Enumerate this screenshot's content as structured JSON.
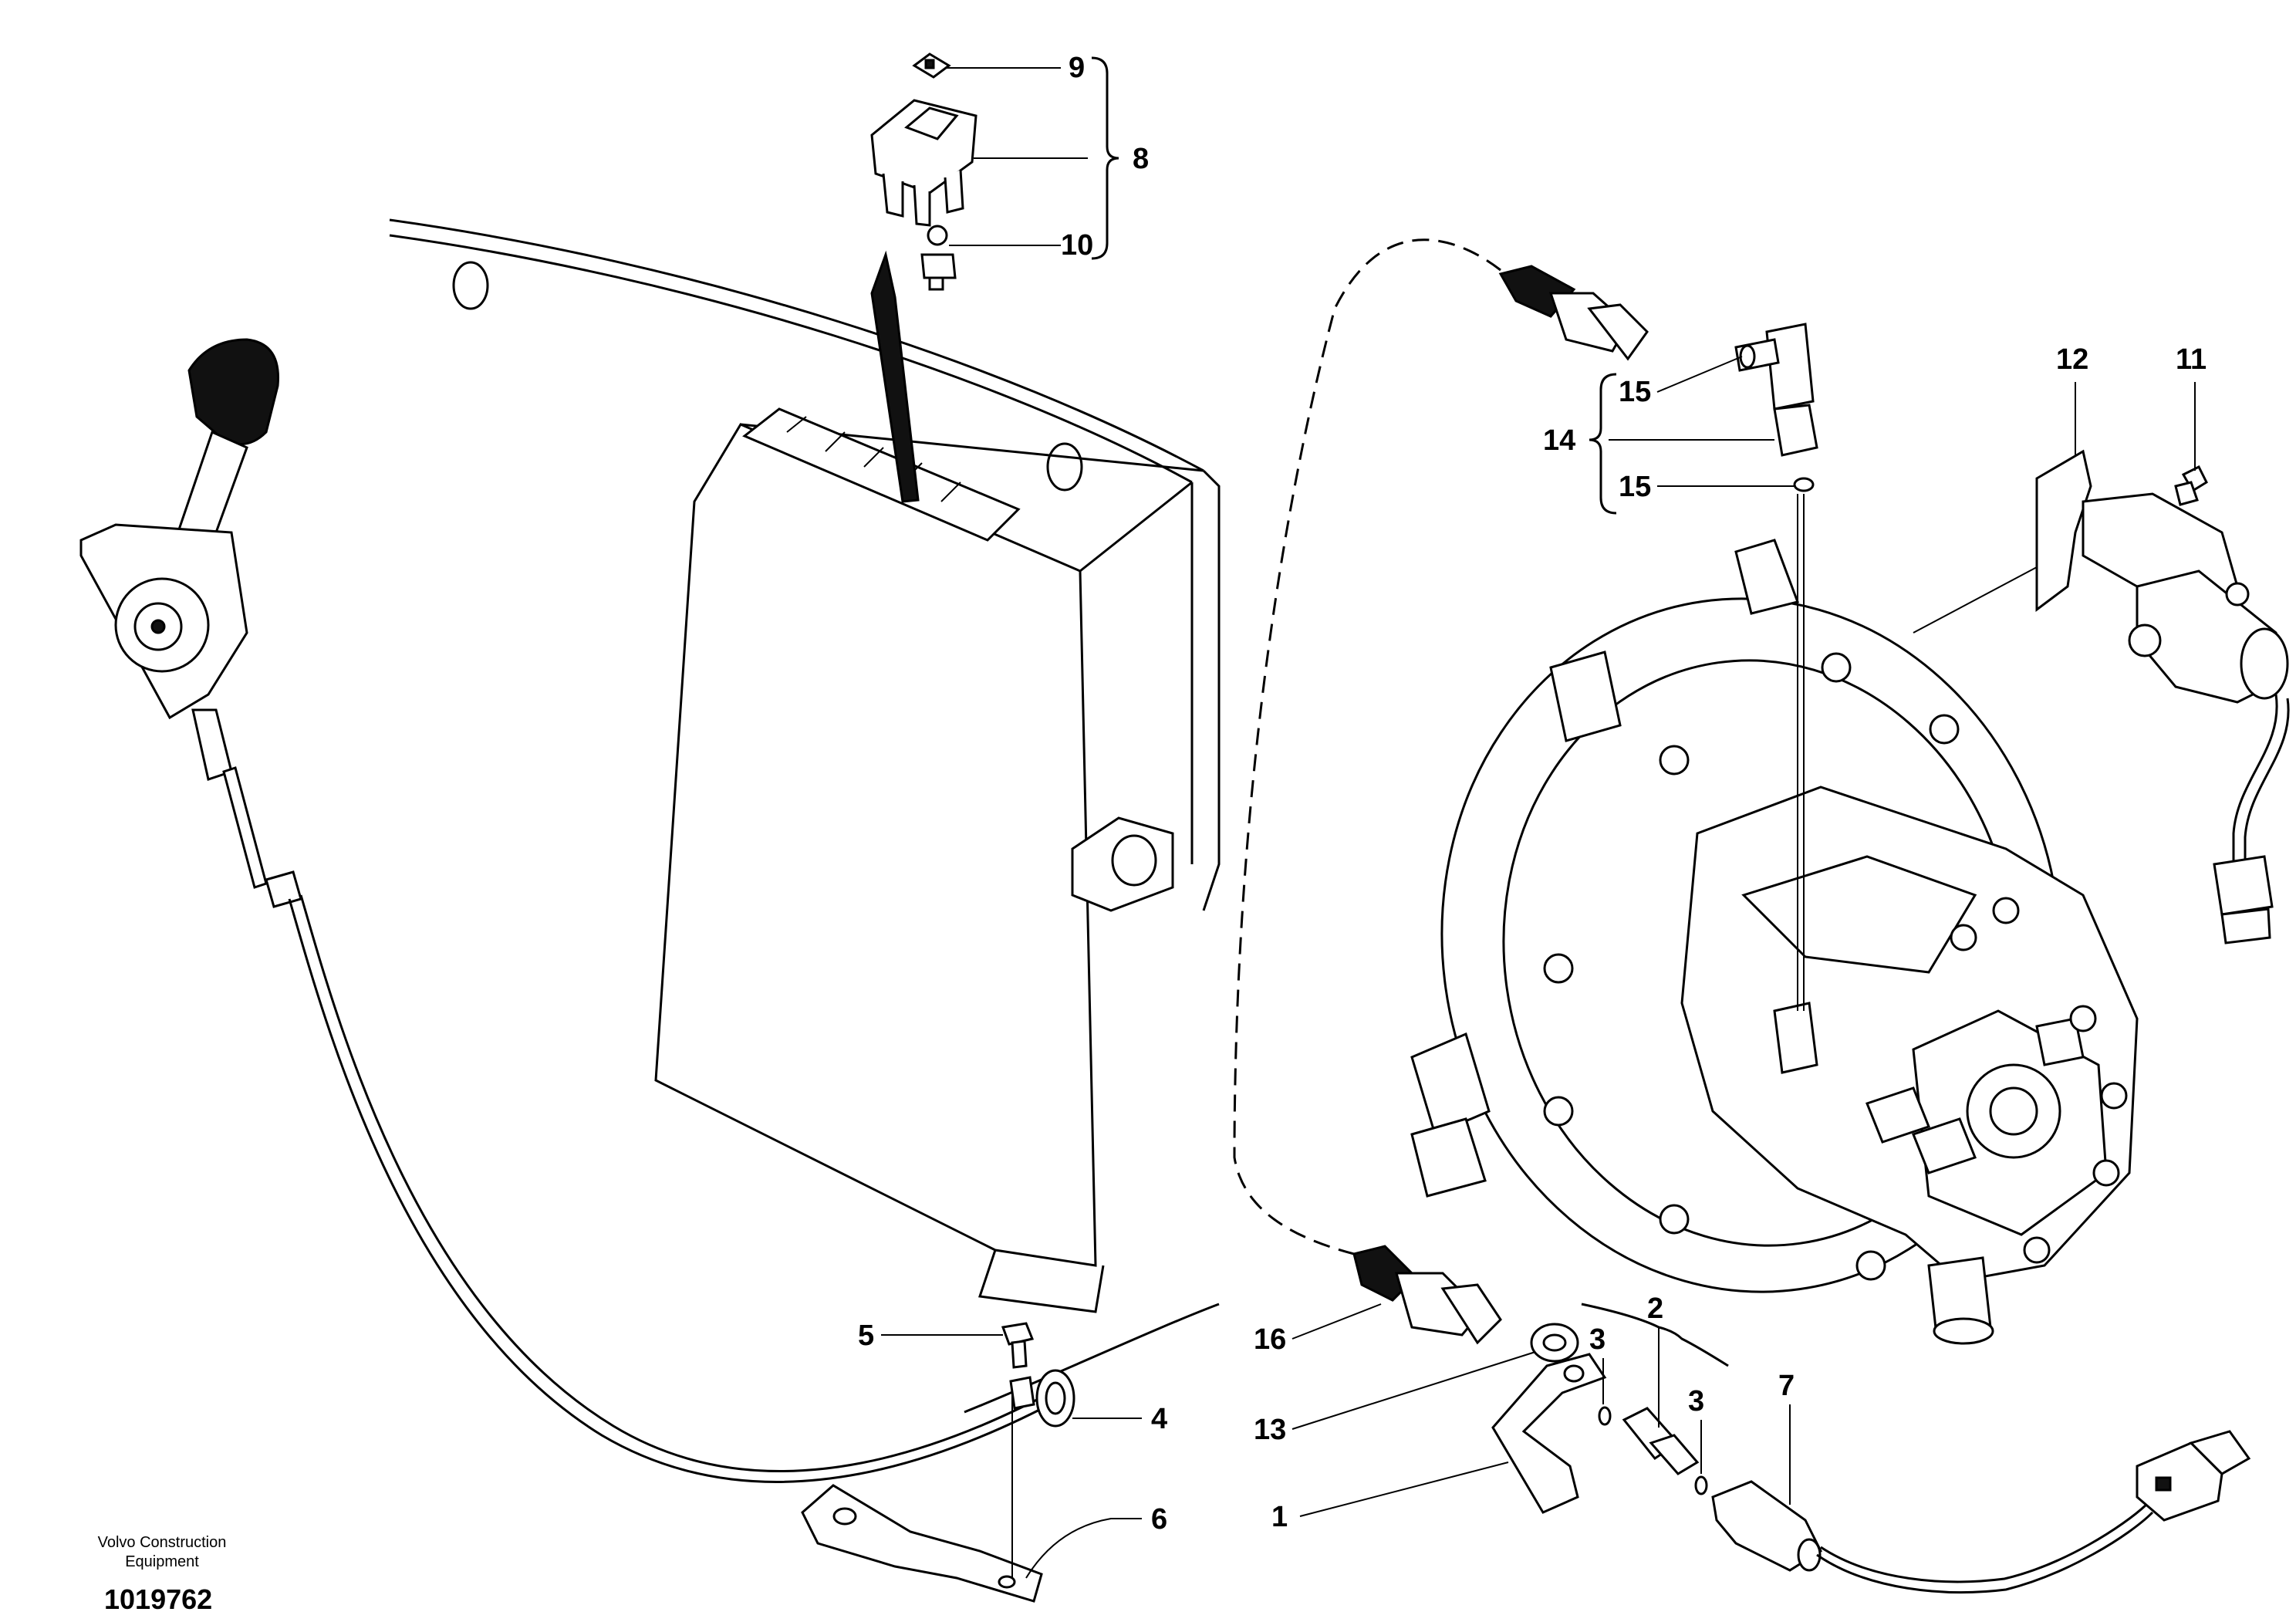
{
  "brand": {
    "line1": "Volvo Construction",
    "line2": "Equipment"
  },
  "reference_number": "1019762",
  "callouts": {
    "c1": "1",
    "c2": "2",
    "c3a": "3",
    "c3b": "3",
    "c4": "4",
    "c5": "5",
    "c6": "6",
    "c7": "7",
    "c8": "8",
    "c9": "9",
    "c10": "10",
    "c11": "11",
    "c12": "12",
    "c13": "13",
    "c14": "14",
    "c15a": "15",
    "c15b": "15",
    "c16": "16"
  }
}
